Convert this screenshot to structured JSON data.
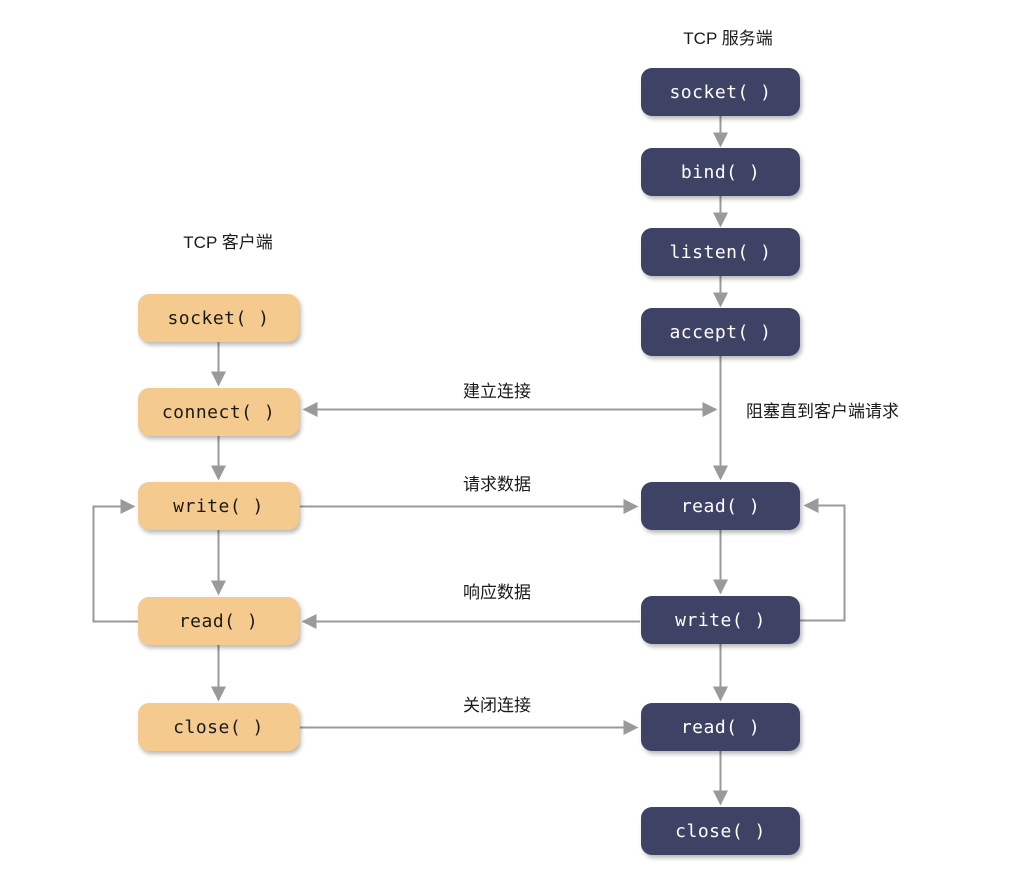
{
  "diagram": {
    "client": {
      "title": "TCP 客户端",
      "nodes": [
        {
          "id": "socket",
          "label": "socket( )"
        },
        {
          "id": "connect",
          "label": "connect( )"
        },
        {
          "id": "write",
          "label": "write( )"
        },
        {
          "id": "read",
          "label": "read( )"
        },
        {
          "id": "close",
          "label": "close( )"
        }
      ]
    },
    "server": {
      "title": "TCP 服务端",
      "nodes": [
        {
          "id": "socket",
          "label": "socket( )"
        },
        {
          "id": "bind",
          "label": "bind( )"
        },
        {
          "id": "listen",
          "label": "listen( )"
        },
        {
          "id": "accept",
          "label": "accept( )"
        },
        {
          "id": "read1",
          "label": "read( )"
        },
        {
          "id": "write",
          "label": "write( )"
        },
        {
          "id": "read2",
          "label": "read( )"
        },
        {
          "id": "close",
          "label": "close( )"
        }
      ]
    },
    "edges": {
      "establish_label": "建立连接",
      "request_label": "请求数据",
      "response_label": "响应数据",
      "close_label": "关闭连接",
      "blocking_note": "阻塞直到客户端请求"
    },
    "colors": {
      "server_box": "#3e4366",
      "server_text": "#ffffff",
      "client_box": "#f5ca8e",
      "client_text": "#1a1a1a",
      "arrow": "#9a9a9a",
      "label_text": "#1a1a1a",
      "background": "#ffffff"
    }
  }
}
